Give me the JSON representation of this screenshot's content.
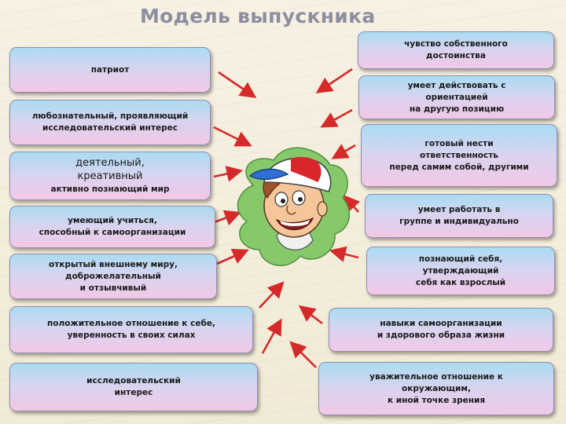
{
  "title": "Модель выпускника",
  "left_boxes": [
    {
      "text": "патриот"
    },
    {
      "text": "любознательный, проявляющий\nисследовательский интерес"
    },
    {
      "text_big": "деятельный,\nкреативный",
      "text_small": "активно познающий мир"
    },
    {
      "text": "умеющий учиться,\nспособный к самоорганизации"
    },
    {
      "text": "открытый внешнему миру,\nдоброжелательный\nи отзывчивый"
    },
    {
      "text": "положительное отношение к себе,\nуверенность в своих силах"
    },
    {
      "text": "исследовательский\nинтерес"
    }
  ],
  "right_boxes": [
    {
      "text": "чувство собственного\nдостоинства"
    },
    {
      "text": "умеет действовать с\nориентацией\nна другую позицию"
    },
    {
      "text": "готовый нести\nответственность\nперед самим собой, другими"
    },
    {
      "text": "умеет работать в\nгруппе и индивидуально"
    },
    {
      "text": "познающий себя,\nутверждающий\nсебя как взрослый"
    },
    {
      "text": "навыки самоорганизации\nи здорового образа жизни"
    },
    {
      "text": "уважительное отношение к\nокружающим,\nк иной точке зрения"
    }
  ],
  "colors": {
    "arrow": "#d52a2a",
    "title": "#8d8fa0",
    "box_top": "#a9dcf2",
    "box_bottom": "#f2c8e6",
    "figure_blob": "#86c96b"
  },
  "center_figure": "cartoon-boy-icon"
}
